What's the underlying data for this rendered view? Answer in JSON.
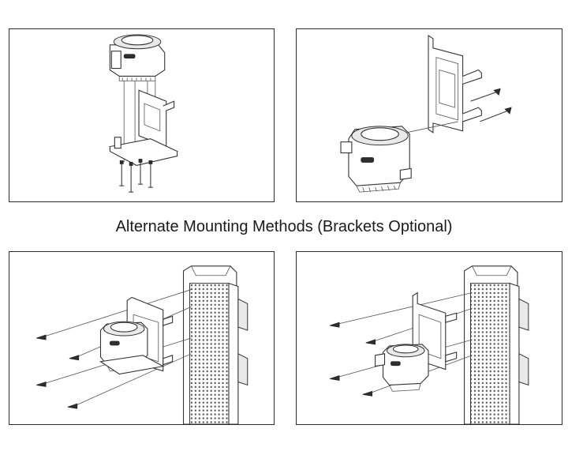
{
  "caption": "Alternate Mounting Methods (Brackets Optional)",
  "panels": [
    {
      "id": "top-left",
      "icon": "pump-with-vertical-bracket-screws-icon"
    },
    {
      "id": "top-right",
      "icon": "pump-with-side-bracket-screws-icon"
    },
    {
      "id": "bottom-left",
      "icon": "pump-bracket-radiator-mount-icon"
    },
    {
      "id": "bottom-right",
      "icon": "pump-offset-bracket-radiator-mount-icon"
    }
  ]
}
